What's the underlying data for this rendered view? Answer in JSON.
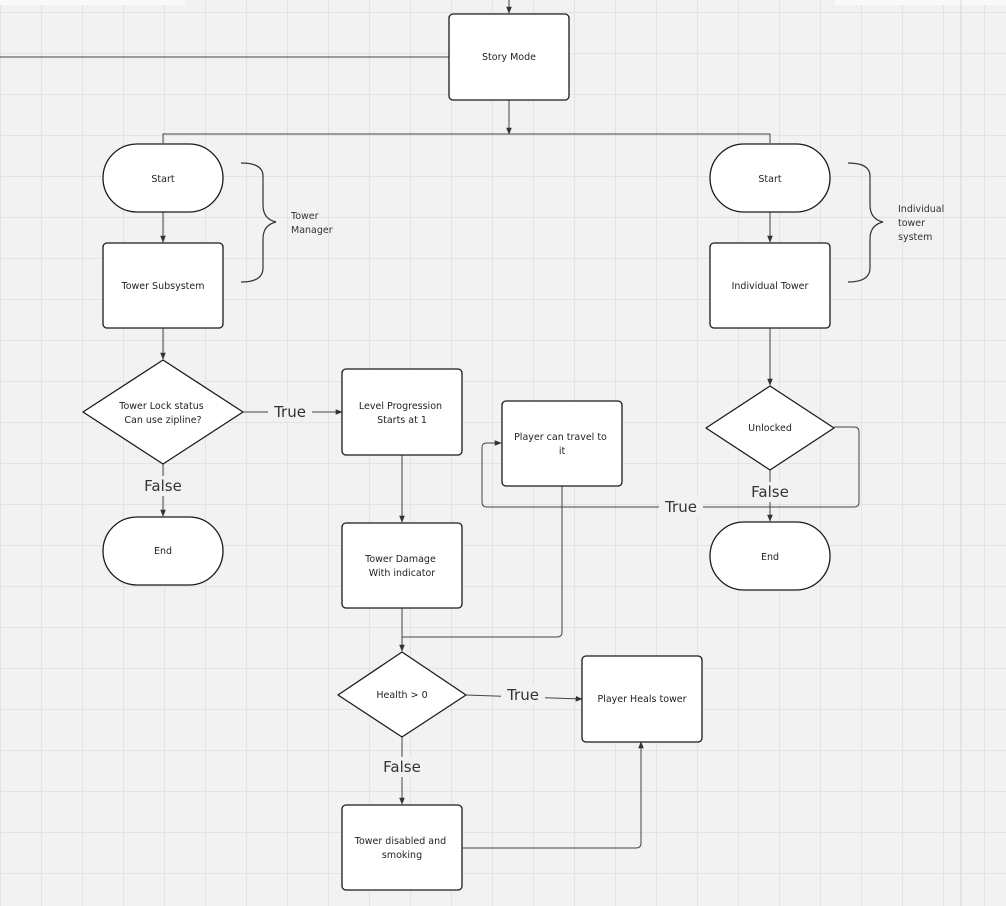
{
  "diagram": {
    "nodes": {
      "story_mode": "Story Mode",
      "start_left": "Start",
      "tower_subsystem": "Tower Subsystem",
      "tower_lock": [
        "Tower Lock status",
        "Can use zipline?"
      ],
      "end_left": "End",
      "level_progression": [
        "Level Progression",
        "Starts at 1"
      ],
      "tower_damage": [
        "Tower Damage",
        "With indicator"
      ],
      "player_travel": [
        "Player can travel to",
        "it"
      ],
      "health": "Health > 0",
      "player_heals": "Player Heals tower",
      "tower_disabled": [
        "Tower disabled and",
        "smoking"
      ],
      "start_right": "Start",
      "individual_tower": "Individual Tower",
      "unlocked": "Unlocked",
      "end_right": "End"
    },
    "braces": {
      "tower_manager": [
        "Tower",
        "Manager"
      ],
      "individual_system": [
        "Individual",
        "tower",
        "system"
      ]
    },
    "edge_labels": {
      "lock_true": "True",
      "lock_false": "False",
      "unlocked_false": "False",
      "unlocked_true": "True",
      "health_true": "True",
      "health_false": "False"
    }
  }
}
